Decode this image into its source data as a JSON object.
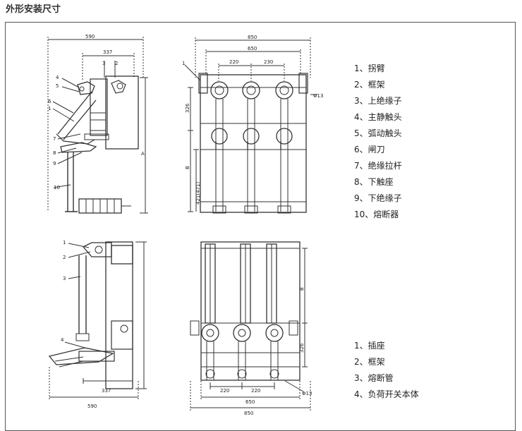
{
  "title": "外形安装尺寸",
  "top_legend": [
    "1、拐臂",
    "2、框架",
    "3、上绝缘子",
    "4、主静触头",
    "5、弧动触头",
    "6、闸刀",
    "7、绝缘拉杆",
    "8、下触座",
    "9、下绝缘子",
    "10、熔断器"
  ],
  "bottom_legend": [
    "1、插座",
    "2、框架",
    "3、熔断管",
    "4、负荷开关本体"
  ],
  "dims": {
    "d590": "590",
    "d337": "337",
    "d850": "850",
    "d650": "650",
    "d220": "220",
    "d230": "230",
    "d326": "326",
    "dB": "B",
    "dA": "A",
    "d421": "421(471)",
    "dphi13": "Φ13",
    "n1": "1",
    "n2": "2",
    "n3": "3",
    "n4": "4",
    "n5": "5",
    "n6": "6",
    "n7": "7",
    "n8": "8",
    "n9": "9",
    "n10": "10"
  }
}
